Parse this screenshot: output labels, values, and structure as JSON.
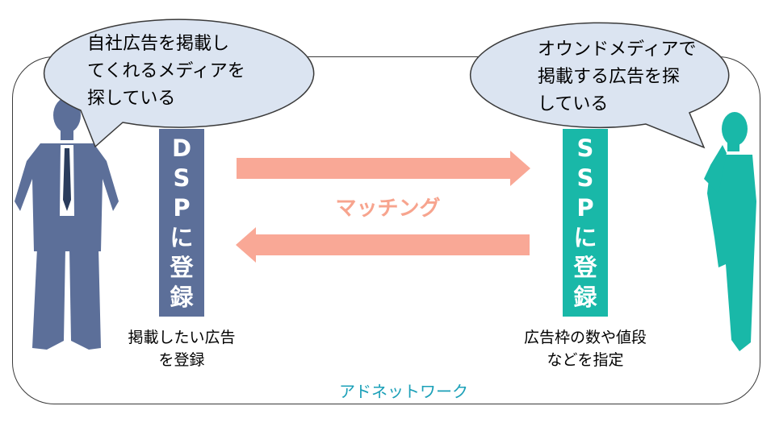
{
  "left_bubble": {
    "text": "自社広告を掲載し\nてくれるメディアを\n探している"
  },
  "right_bubble": {
    "text": "オウンドメディアで\n掲載する広告を探\nしている"
  },
  "dsp_bar": {
    "chars": [
      "D",
      "S",
      "P",
      "に",
      "登",
      "録"
    ],
    "color": "#5c6f99"
  },
  "ssp_bar": {
    "chars": [
      "S",
      "S",
      "P",
      "に",
      "登",
      "録"
    ],
    "color": "#19b8a8"
  },
  "matching_label": "マッチング",
  "arrow_color": "#f9a896",
  "left_caption": "掲載したい広告\nを登録",
  "right_caption": "広告枠の数や値段\nなどを指定",
  "network_label": "アドネットワーク",
  "left_person_color": "#5c6f99",
  "right_person_color": "#19b8a8"
}
